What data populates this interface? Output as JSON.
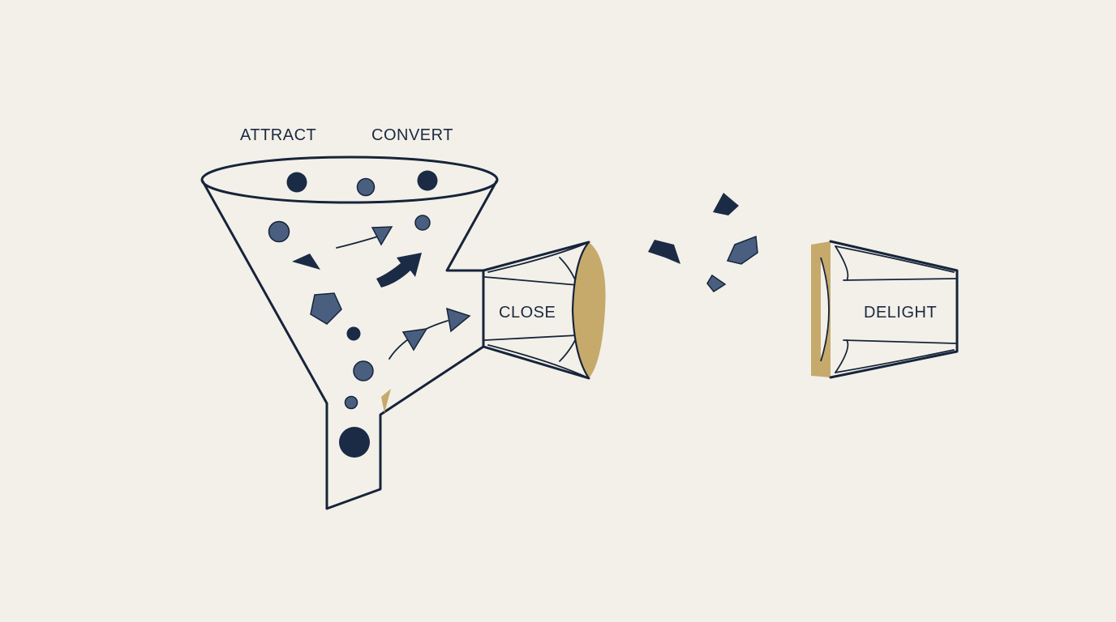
{
  "diagram": {
    "stages": {
      "attract": "ATTRACT",
      "convert": "CONVERT",
      "close": "CLOSE",
      "delight": "DELIGHT"
    }
  },
  "colors": {
    "background": "#f3f0e9",
    "ink": "#16243a",
    "navy": "#1b2a45",
    "slate": "#4a5f80",
    "gold": "#c6aa6c"
  }
}
